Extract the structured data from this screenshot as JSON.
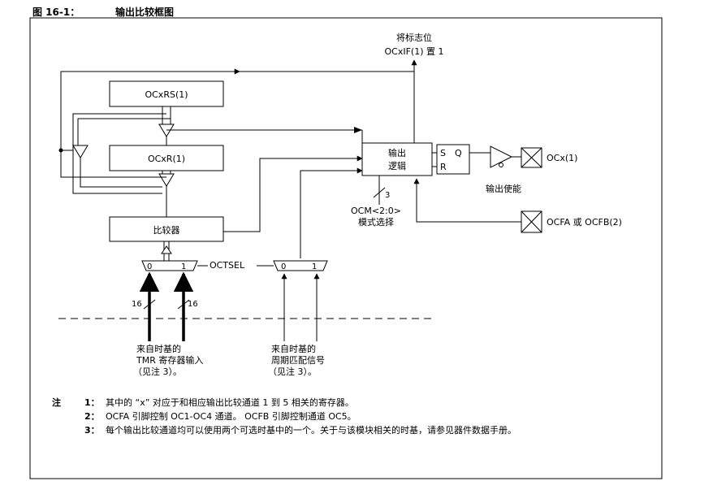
{
  "figure": {
    "number": "图 16-1：",
    "name": "输出比较框图"
  },
  "blocks": {
    "ocxrs": "OCxRS(1)",
    "ocxr": "OCxR(1)",
    "comparator": "比较器",
    "output_logic_line1": "输出",
    "output_logic_line2": "逻辑",
    "sr_s": "S",
    "sr_r": "R",
    "sr_q": "Q"
  },
  "labels": {
    "flag_line1": "将标志位",
    "flag_line2": "OCxIF(1) 置 1",
    "ocx_pin": "OCx(1)",
    "output_enable": "输出使能",
    "ocm": "OCM<2:0>",
    "mode_select": "模式选择",
    "bus_width_3": "3",
    "fault_pin": "OCFA 或 OCFB(2)",
    "octsel": "OCTSEL",
    "mux0": "0",
    "mux1": "1",
    "bus16a": "16",
    "bus16b": "16",
    "tmr_line1": "来自时基的",
    "tmr_line2": "TMR 寄存器输入",
    "tmr_line3": "（见注 3）。",
    "period_line1": "来自时基的",
    "period_line2": "周期匹配信号",
    "period_line3": "（见注 3）。"
  },
  "notes": {
    "head": "注",
    "items": [
      {
        "num": "1：",
        "text": "其中的 “x” 对应于和相应输出比较通道 1 到 5 相关的寄存器。"
      },
      {
        "num": "2：",
        "text": "OCFA 引脚控制 OC1-OC4 通道。 OCFB 引脚控制通道 OC5。"
      },
      {
        "num": "3：",
        "text": "每个输出比较通道均可以使用两个可选时基中的一个。关于与该模块相关的时基，请参见器件数据手册。"
      }
    ]
  }
}
